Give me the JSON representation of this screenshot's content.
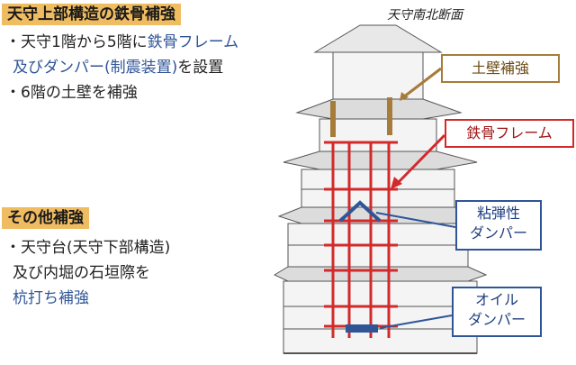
{
  "caption": "天守南北断面",
  "upper": {
    "heading": "天守上部構造の鉄骨補強",
    "line1_a": "・天守1階から5階に",
    "line1_b": "鉄骨フレーム",
    "line2_a": "及びダンパー(制震装置)",
    "line2_b": "を設置",
    "line3": "・6階の土壁を補強"
  },
  "other": {
    "heading": "その他補強",
    "line1": "・天守台(天守下部構造)",
    "line2": "及び内堀の石垣際を",
    "line3": "杭打ち補強"
  },
  "callouts": {
    "earth_wall": "土壁補強",
    "steel_frame": "鉄骨フレーム",
    "visco_line1": "粘弾性",
    "visco_line2": "ダンパー",
    "oil_line1": "オイル",
    "oil_line2": "ダンパー"
  },
  "colors": {
    "header_bg": "#f0bc62",
    "accent_blue": "#2f5597",
    "frame_red": "#d22a2a",
    "wall_brown": "#a67c3a"
  }
}
